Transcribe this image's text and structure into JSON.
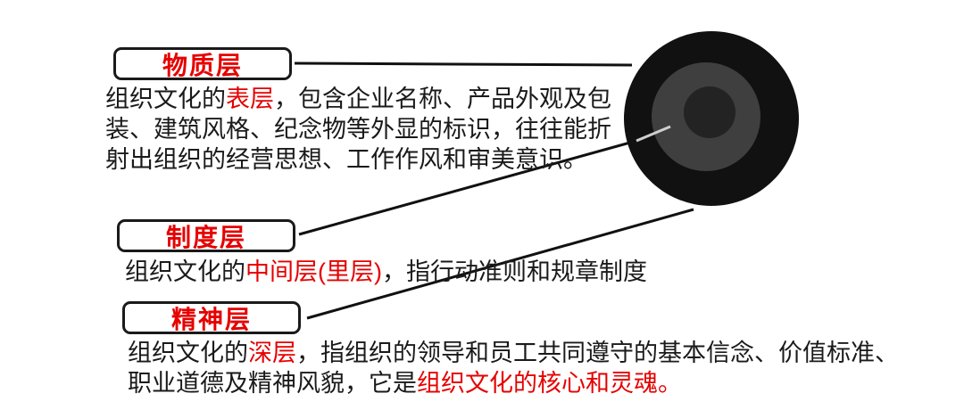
{
  "colors": {
    "accent_red": "#e60000",
    "text_black": "#1a1a1a",
    "circle_outer": "#111111",
    "circle_middle": "#3f3f3f",
    "circle_inner": "#232323",
    "connector_line": "#111111",
    "connector_tip_light": "#cfcfcf",
    "background": "#ffffff"
  },
  "layers": [
    {
      "label": "物质层",
      "desc": [
        {
          "text": "组织文化的",
          "emphasis": false
        },
        {
          "text": "表层",
          "emphasis": true
        },
        {
          "text": "，包含企业名称、产品外观及包装、建筑风格、纪念物等外显的标识，往往能折射出组织的经营思想、工作作风和审美意识。",
          "emphasis": false
        }
      ]
    },
    {
      "label": "制度层",
      "desc": [
        {
          "text": "组织文化的",
          "emphasis": false
        },
        {
          "text": "中间层(里层)",
          "emphasis": true
        },
        {
          "text": "，指行动准则和规章制度",
          "emphasis": false
        }
      ]
    },
    {
      "label": "精神层",
      "desc": [
        {
          "text": "组织文化的",
          "emphasis": false
        },
        {
          "text": "深层",
          "emphasis": true
        },
        {
          "text": "，指组织的领导和员工共同遵守的基本信念、价值标准、职业道德及精神风貌，它是",
          "emphasis": false
        },
        {
          "text": "组织文化的核心和灵魂。",
          "emphasis": true
        }
      ]
    }
  ]
}
